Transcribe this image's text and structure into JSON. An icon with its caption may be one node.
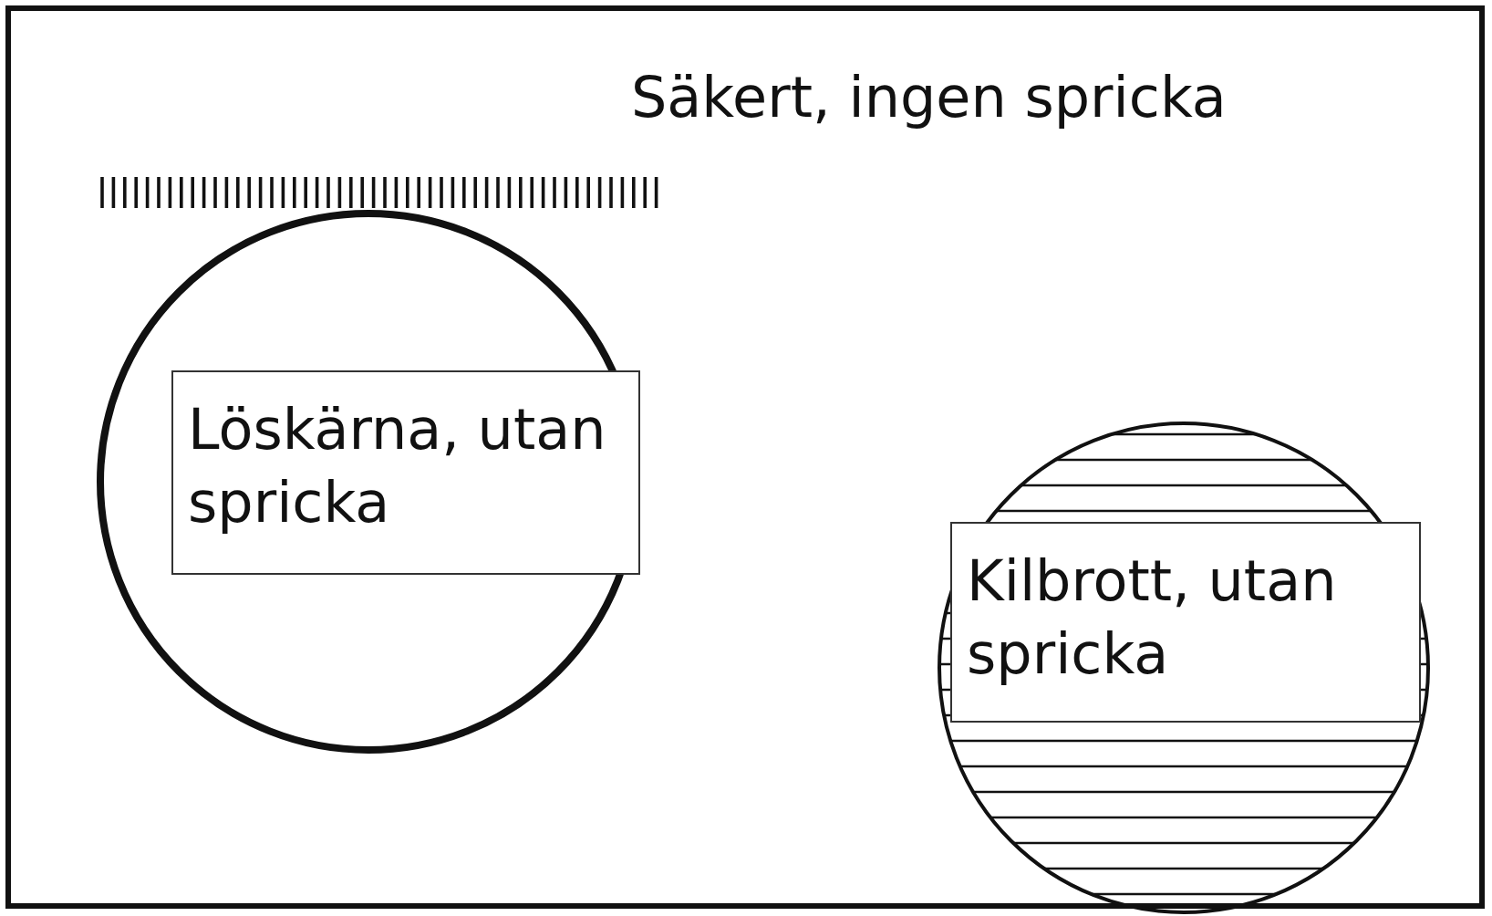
{
  "diagram": {
    "nodes": [
      {
        "text": [
          "Säkert, ingen spricka"
        ]
      },
      {
        "text": [],
        "shape": "circle",
        "in": 0
      },
      {
        "text": [
          "Löskärna, utan spricka"
        ],
        "in": 1
      },
      {
        "text": [],
        "shape": "circle",
        "in": 0
      },
      {
        "text": [
          "Kilbrott, utan spricka"
        ],
        "in": 3
      }
    ],
    "edges": []
  }
}
